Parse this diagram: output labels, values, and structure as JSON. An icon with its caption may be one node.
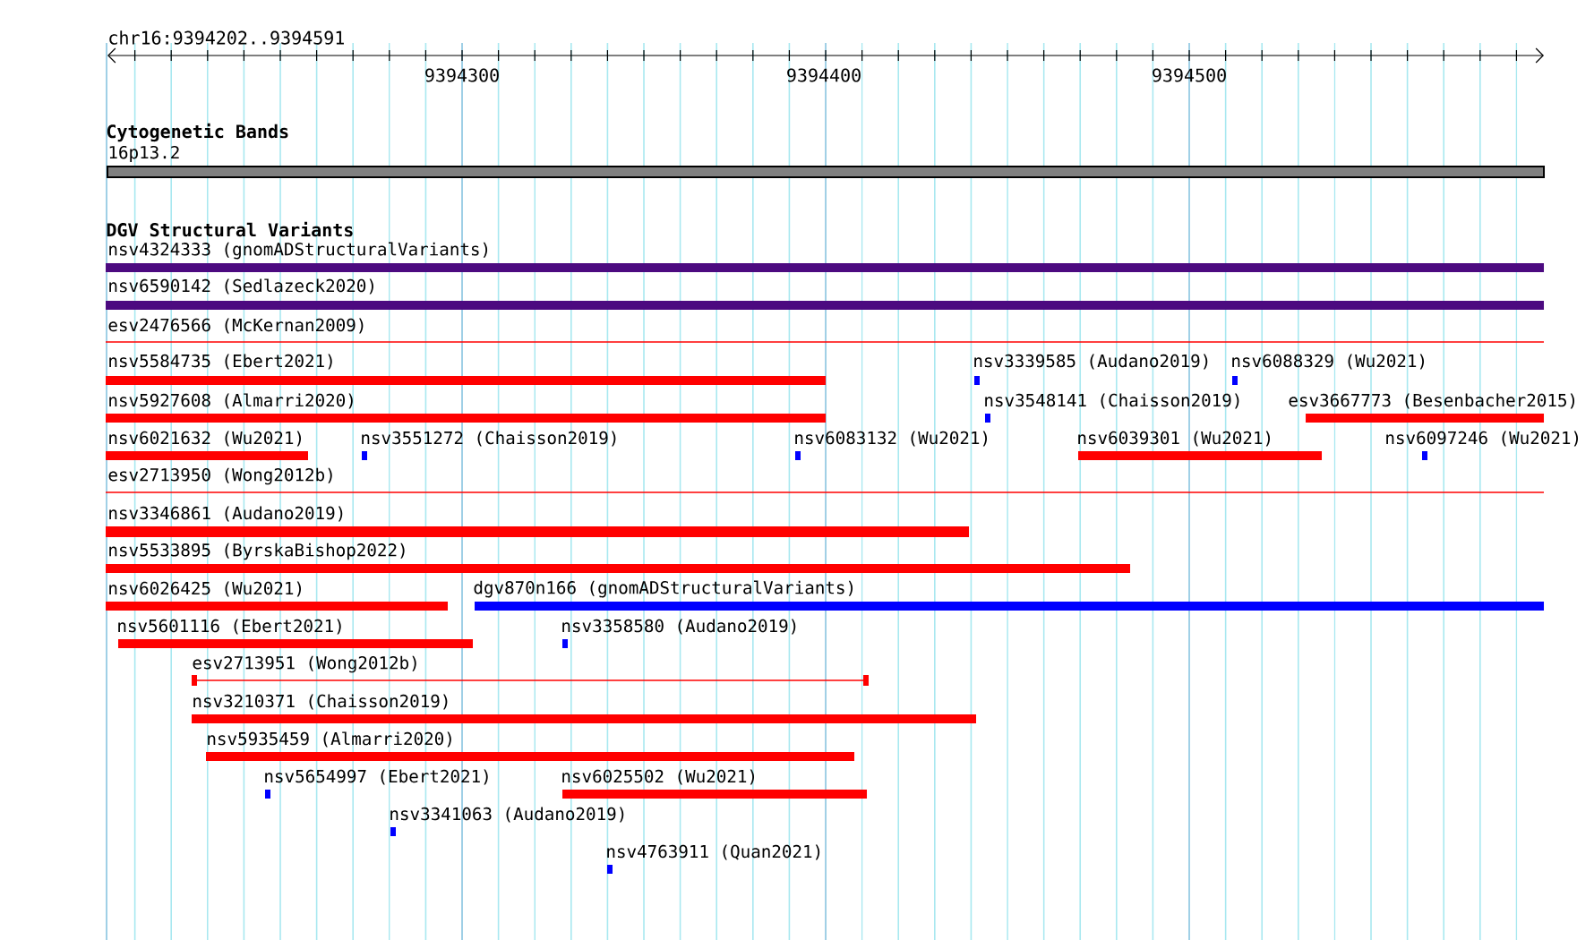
{
  "diagram": {
    "nodes": [
      {
        "text": [
          "16p13.2"
        ]
      },
      {
        "text": [
          "nsv4324333 (gnomADStructuralVariants)"
        ]
      },
      {
        "text": [
          "nsv6590142 (Sedlazeck2020)"
        ]
      },
      {
        "text": [
          "esv2476566 (McKernan2009)"
        ]
      },
      {
        "text": [
          "nsv5584735 (Ebert2021)"
        ]
      },
      {
        "text": [
          "nsv3339585 (Audano2019)"
        ]
      },
      {
        "text": [
          "nsv6088329 (Wu2021)"
        ]
      },
      {
        "text": [
          "nsv5927608 (Almarri2020)"
        ]
      },
      {
        "text": [
          "nsv3548141 (Chaisson2019)"
        ]
      },
      {
        "text": [
          "esv3667773 (Besenbacher2015)"
        ]
      },
      {
        "text": [
          "nsv6021632 (Wu2021)"
        ]
      },
      {
        "text": [
          "nsv3551272 (Chaisson2019)"
        ]
      },
      {
        "text": [
          "nsv6083132 (Wu2021)"
        ]
      },
      {
        "text": [
          "nsv6039301 (Wu2021)"
        ]
      },
      {
        "text": [
          "nsv6097246 (Wu2021)"
        ]
      },
      {
        "text": [
          "esv2713950 (Wong2012b)"
        ]
      },
      {
        "text": [
          "nsv3346861 (Audano2019)"
        ]
      },
      {
        "text": [
          "nsv5533895 (ByrskaBishop2022)"
        ]
      },
      {
        "text": [
          "nsv6026425 (Wu2021)"
        ]
      },
      {
        "text": [
          "dgv870n166 (gnomADStructuralVariants)"
        ]
      },
      {
        "text": [
          "nsv5601116 (Ebert2021)"
        ]
      },
      {
        "text": [
          "nsv3358580 (Audano2019)"
        ]
      },
      {
        "text": [
          "esv2713951 (Wong2012b)"
        ]
      },
      {
        "text": [
          "nsv3210371 (Chaisson2019)"
        ]
      },
      {
        "text": [
          "nsv5935459 (Almarri2020)"
        ]
      },
      {
        "text": [
          "nsv5654997 (Ebert2021)"
        ]
      },
      {
        "text": [
          "nsv6025502 (Wu2021)"
        ]
      },
      {
        "text": [
          "nsv3341063 (Audano2019)"
        ]
      },
      {
        "text": [
          "nsv4763911 (Quan2021)"
        ]
      }
    ],
    "labels": [
      "chr16:9394202..9394591",
      "9394300",
      "9394400",
      "9394500",
      "Cytogenetic Bands",
      "DGV Structural Variants"
    ]
  }
}
